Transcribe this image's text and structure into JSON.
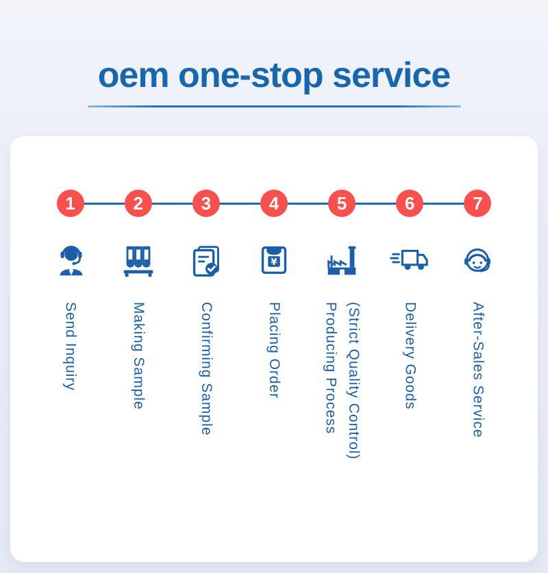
{
  "header": {
    "title": "oem one-stop service"
  },
  "colors": {
    "title_blue": "#1766b0",
    "icon_blue": "#1a5fa8",
    "badge_red": "#f9504e",
    "timeline_blue": "#1a6ab2",
    "card_bg": "#ffffff",
    "page_bg": "#e9edf6"
  },
  "process": {
    "steps": [
      {
        "number": "1",
        "icon": "customer-service-icon",
        "label": "Send Inquiry",
        "sublabel": ""
      },
      {
        "number": "2",
        "icon": "test-tubes-icon",
        "label": "Making Sample",
        "sublabel": ""
      },
      {
        "number": "3",
        "icon": "document-check-icon",
        "label": "Confirming Sample",
        "sublabel": ""
      },
      {
        "number": "4",
        "icon": "payment-hand-icon",
        "label": "Placing Order",
        "sublabel": ""
      },
      {
        "number": "5",
        "icon": "factory-icon",
        "label": "Producing Process",
        "sublabel": "(Strict Quality Control)"
      },
      {
        "number": "6",
        "icon": "delivery-truck-icon",
        "label": "Delivery Goods",
        "sublabel": ""
      },
      {
        "number": "7",
        "icon": "after-sales-icon",
        "label": "After-Sales Service",
        "sublabel": ""
      }
    ]
  }
}
